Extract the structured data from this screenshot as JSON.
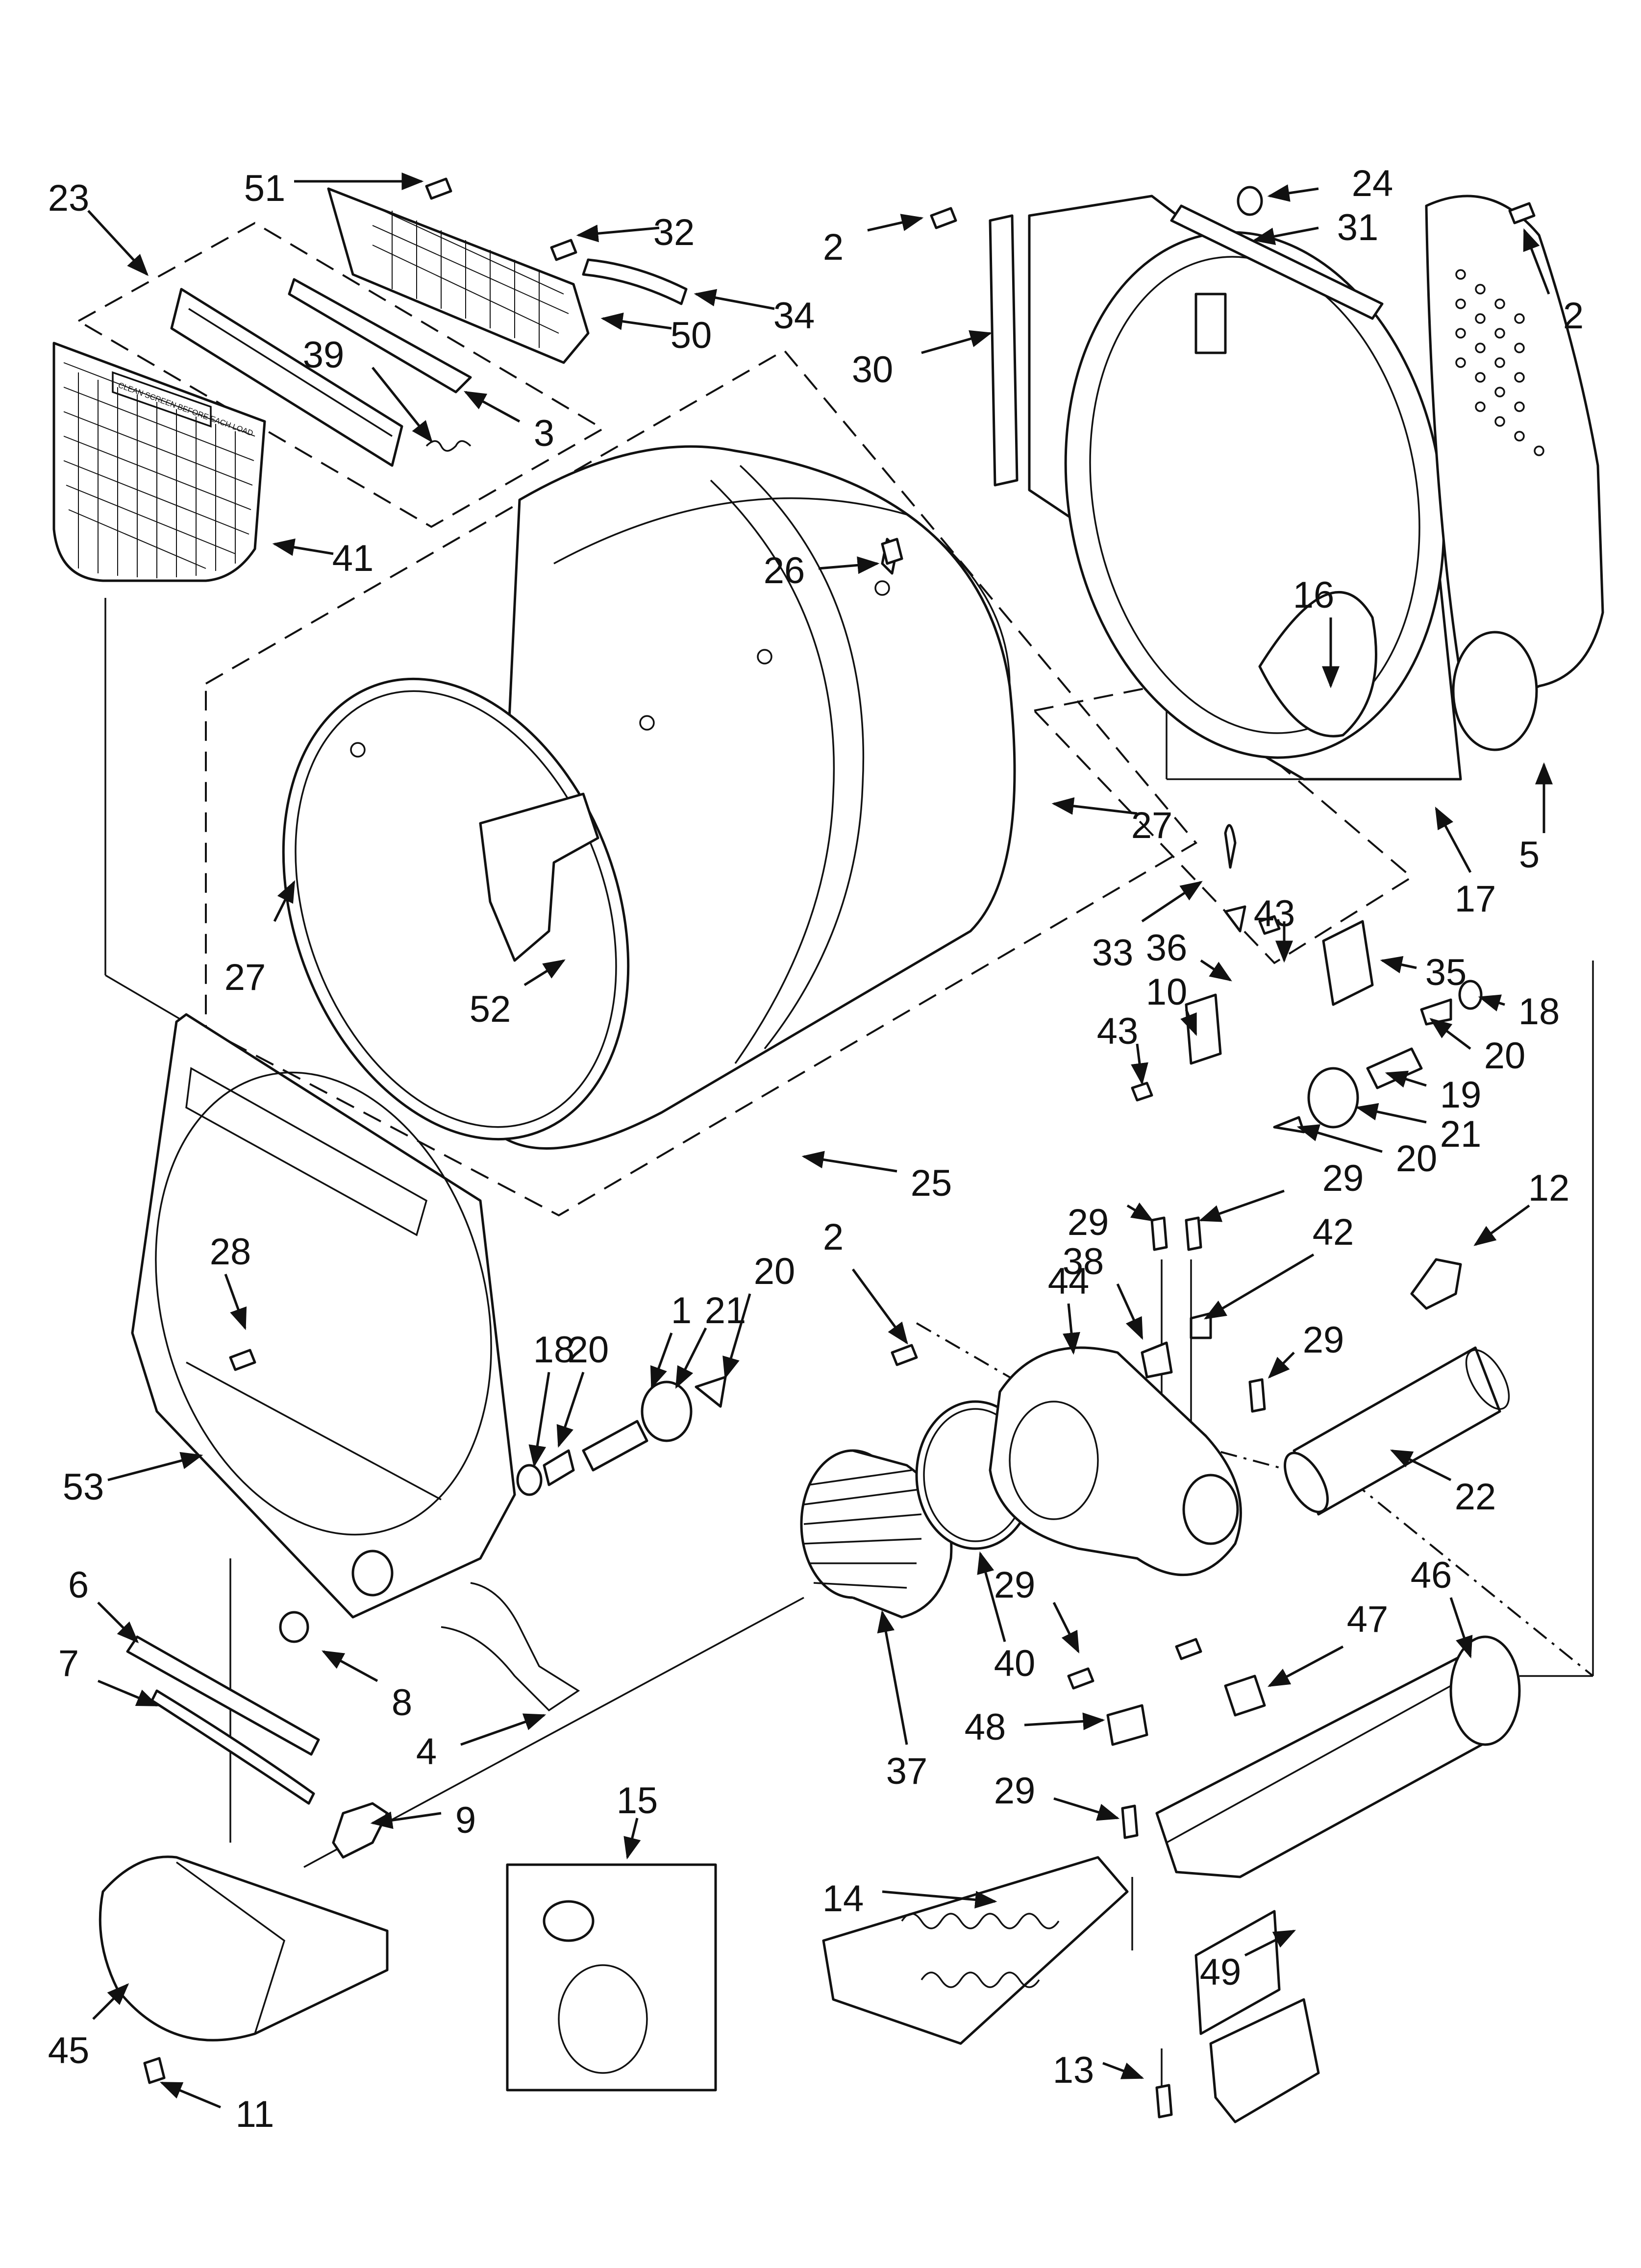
{
  "diagram": {
    "callouts": [
      "1",
      "2",
      "3",
      "4",
      "5",
      "6",
      "7",
      "8",
      "9",
      "10",
      "11",
      "12",
      "13",
      "14",
      "15",
      "16",
      "17",
      "18",
      "19",
      "20",
      "21",
      "22",
      "23",
      "24",
      "25",
      "26",
      "27",
      "28",
      "29",
      "30",
      "31",
      "32",
      "33",
      "34",
      "35",
      "36",
      "37",
      "38",
      "39",
      "40",
      "41",
      "42",
      "43",
      "44",
      "45",
      "46",
      "47",
      "48",
      "49",
      "50",
      "51",
      "52",
      "53"
    ],
    "filter_screen_text": "CLEAN SCREEN BEFORE EACH LOAD"
  }
}
